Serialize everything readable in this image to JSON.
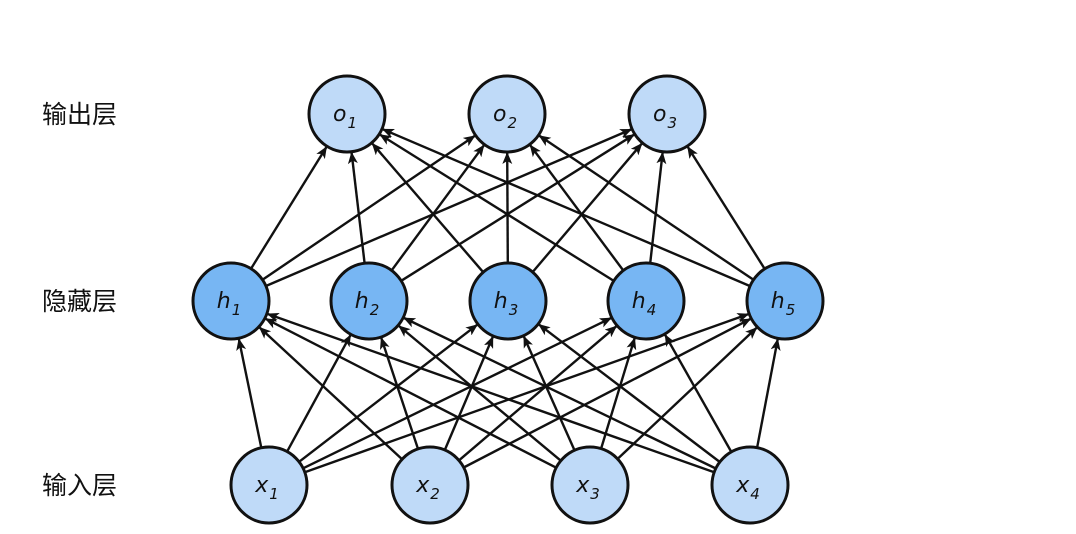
{
  "layers": [
    {
      "id": "output",
      "label": "输出层",
      "color": "#bfdaf8",
      "nodes": [
        {
          "letter": "o",
          "sub": "1"
        },
        {
          "letter": "o",
          "sub": "2"
        },
        {
          "letter": "o",
          "sub": "3"
        }
      ]
    },
    {
      "id": "hidden",
      "label": "隐藏层",
      "color": "#77b6f3",
      "nodes": [
        {
          "letter": "h",
          "sub": "1"
        },
        {
          "letter": "h",
          "sub": "2"
        },
        {
          "letter": "h",
          "sub": "3"
        },
        {
          "letter": "h",
          "sub": "4"
        },
        {
          "letter": "h",
          "sub": "5"
        }
      ]
    },
    {
      "id": "input",
      "label": "输入层",
      "color": "#bfdaf8",
      "nodes": [
        {
          "letter": "x",
          "sub": "1"
        },
        {
          "letter": "x",
          "sub": "2"
        },
        {
          "letter": "x",
          "sub": "3"
        },
        {
          "letter": "x",
          "sub": "4"
        }
      ]
    }
  ],
  "connections": [
    {
      "from": "input",
      "to": "hidden",
      "pattern": "fully-connected"
    },
    {
      "from": "hidden",
      "to": "output",
      "pattern": "fully-connected"
    }
  ],
  "colors": {
    "stroke": "#111111",
    "text": "#111111"
  }
}
